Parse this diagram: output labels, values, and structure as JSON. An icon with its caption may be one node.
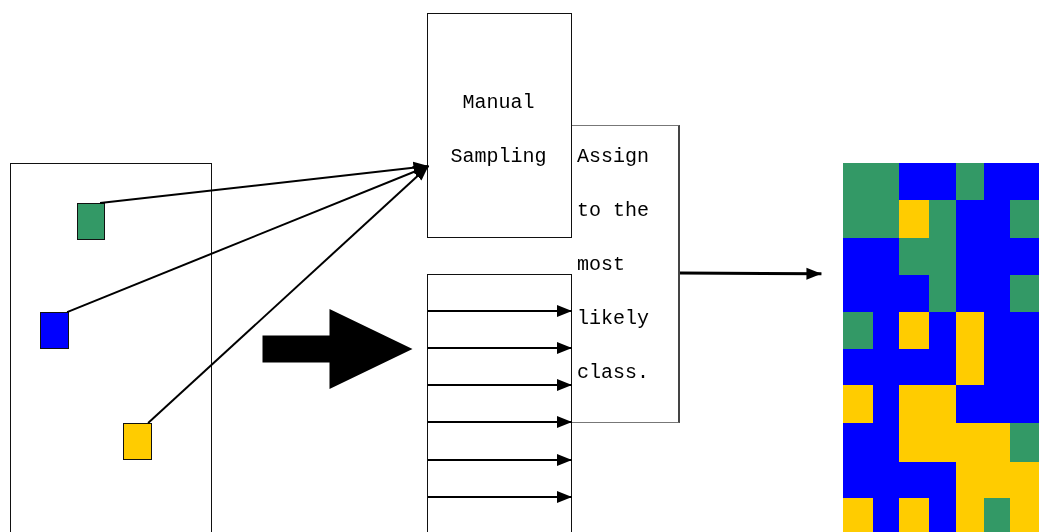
{
  "diagram": {
    "nodes": [
      {
        "text": [],
        "shape": "box"
      },
      {
        "text": [],
        "shape": "box",
        "in": 0
      },
      {
        "text": [],
        "shape": "box",
        "in": 0
      },
      {
        "text": [],
        "shape": "box",
        "in": 0
      },
      {
        "text": [
          "Manual Sampling"
        ]
      },
      {
        "text": [],
        "shape": "box"
      },
      {
        "text": [
          "Assign to the most likely class."
        ]
      },
      {
        "text": [],
        "shape": "picture"
      }
    ],
    "edges": [
      {
        "from": 1,
        "to": 4,
        "arrow": "to"
      },
      {
        "from": 2,
        "to": 4,
        "arrow": "to"
      },
      {
        "from": 3,
        "to": 4,
        "arrow": "to"
      },
      {
        "from": 0,
        "to": 5,
        "arrow": "to",
        "style": "thick"
      },
      {
        "from": 5,
        "to": 6,
        "arrow": "to"
      },
      {
        "from": 5,
        "to": 6,
        "arrow": "to"
      },
      {
        "from": 5,
        "to": 6,
        "arrow": "to"
      },
      {
        "from": 5,
        "to": 6,
        "arrow": "to"
      },
      {
        "from": null,
        "to": 5,
        "arrow": "to"
      },
      {
        "from": null,
        "to": 5,
        "arrow": "to"
      },
      {
        "from": 6,
        "to": 7,
        "arrow": "to"
      }
    ]
  }
}
